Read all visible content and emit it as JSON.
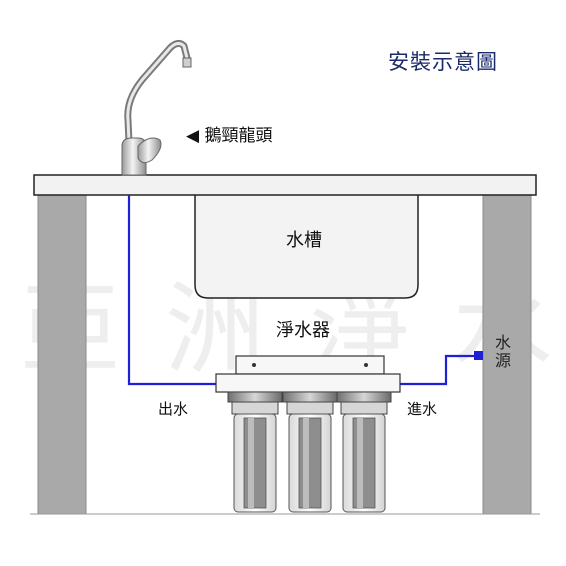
{
  "title": "安裝示意圖",
  "labels": {
    "faucet": "◀ 鵝頸龍頭",
    "sink": "水槽",
    "filter": "淨水器",
    "outlet": "出水",
    "inlet": "進水",
    "water_source": "水源"
  },
  "watermark": [
    "亞",
    "洲",
    "淨",
    "水"
  ],
  "colors": {
    "pipe": "#1f1fd6",
    "title": "#1b2a6b",
    "pillar": "#a9a9a9",
    "countertop": "#f2f2f2"
  }
}
